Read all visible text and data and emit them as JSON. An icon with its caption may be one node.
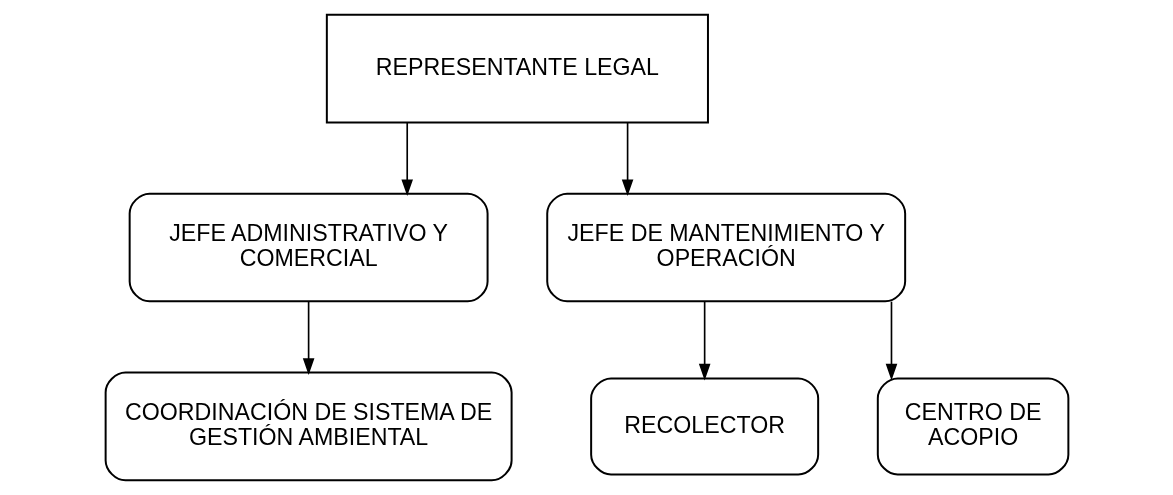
{
  "diagram": {
    "nodes": [
      {
        "text": [
          "REPRESENTANTE LEGAL"
        ]
      },
      {
        "text": [
          "JEFE ADMINISTRATIVO Y COMERCIAL"
        ]
      },
      {
        "text": [
          "JEFE DE MANTENIMIENTO Y OPERACIÓN"
        ]
      },
      {
        "text": [
          "COORDINACIÓN DE SISTEMA DE GESTIÓN AMBIENTAL"
        ]
      },
      {
        "text": [
          "RECOLECTOR"
        ]
      },
      {
        "text": [
          "CENTRO DE ACOPIO"
        ]
      }
    ],
    "edges": [
      {
        "from": 0,
        "to": 1,
        "arrow": "to"
      },
      {
        "from": 0,
        "to": 2,
        "arrow": "to"
      },
      {
        "from": 1,
        "to": 3,
        "arrow": "to"
      },
      {
        "from": 2,
        "to": 4,
        "arrow": "to"
      },
      {
        "from": 2,
        "to": 5,
        "arrow": "to"
      }
    ]
  }
}
